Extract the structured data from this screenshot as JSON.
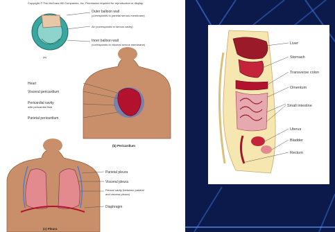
{
  "copyright": "Copyright © The McGraw-Hill Companies, Inc. Permission required for reproduction or display.",
  "left_panel": {
    "heart_diagram": {
      "labels": {
        "outer_wall": "Outer balloon wall",
        "outer_wall_sub": "(corresponds to parietal serous membrane)",
        "air": "Air (corresponds to serous cavity)",
        "inner_wall": "Inner balloon wall",
        "inner_wall_sub": "(corresponds to visceral serous membrane)",
        "fig_label": "(a)"
      }
    },
    "pericardium": {
      "labels": {
        "heart": "Heart",
        "visceral": "Visceral pericardium",
        "cavity": "Pericardial cavity",
        "cavity_sub": "with pericardial fluid",
        "parietal": "Parietal pericardium"
      },
      "caption": "(b) Pericardium"
    },
    "pleura": {
      "labels": {
        "parietal": "Parietal pleura",
        "visceral": "Visceral pleura",
        "cavity": "Pleural cavity (between parietal",
        "cavity_sub": "and visceral pleura)",
        "diaphragm": "Diaphragm"
      },
      "caption": "(c) Pleura"
    }
  },
  "right_panel": {
    "labels": {
      "liver": "Liver",
      "stomach": "Stomach",
      "transverse_colon": "Transverse colon",
      "omentum": "Omentum",
      "small_intestine": "Small intestine",
      "uterus": "Uterus",
      "bladder": "Bladder",
      "rectum": "Rectum"
    }
  },
  "colors": {
    "background": "#0b1a4a",
    "accent_lines": "#3a6fd8",
    "skin": "#c98f6a",
    "organ_red": "#b3122e",
    "cyan": "#3aa6a0",
    "cream": "#f6e7b0"
  }
}
